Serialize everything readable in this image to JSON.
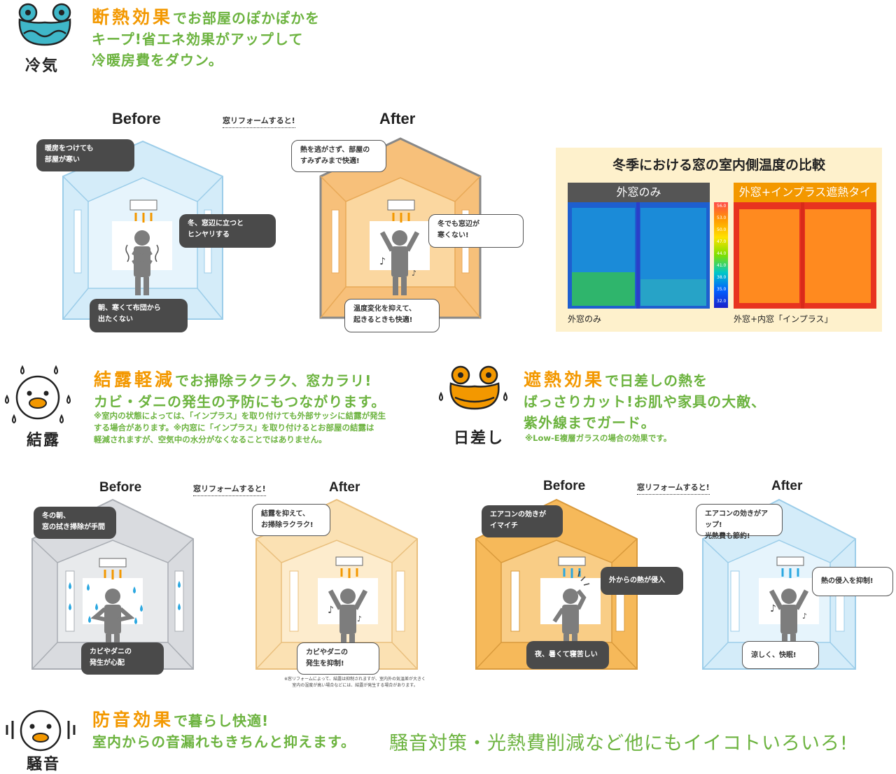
{
  "sections": {
    "insulation": {
      "mascot_label": "冷気",
      "headline_em": "断熱効果",
      "headline_rest": "でお部屋のぽかぽかを",
      "headline_line2": "キープ!省エネ効果がアップして",
      "headline_line3": "冷暖房費をダウン。"
    },
    "condensation": {
      "mascot_label": "結露",
      "headline_em": "結露軽減",
      "headline_rest": "でお掃除ラクラク、窓カラリ!",
      "headline_line2": "カビ・ダニの発生の予防にもつながります。",
      "note_line1": "※室内の状態によっては、「インプラス」を取り付けても外部サッシに結露が発生",
      "note_line2": "する場合があります。※内窓に「インプラス」を取り付けるとお部屋の結露は",
      "note_line3": "軽減されますが、空気中の水分がなくなることではありません。"
    },
    "sunlight": {
      "mascot_label": "日差し",
      "headline_em": "遮熱効果",
      "headline_rest": "で日差しの熱を",
      "headline_line2": "ばっさりカット!お肌や家具の大敵、",
      "headline_line3": "紫外線までガード。",
      "note": "※Low-E複層ガラスの場合の効果です。"
    },
    "noise": {
      "mascot_label": "騒音",
      "headline_em": "防音効果",
      "headline_rest": "で暮らし快適!",
      "headline_line2": "室内からの音漏れもきちんと抑えます。",
      "tagline": "騒音対策・光熱費削減など他にもイイコトいろいろ!"
    }
  },
  "labels": {
    "before": "Before",
    "after": "After",
    "reform": "窓リフォームすると!"
  },
  "rooms": {
    "insulation_before": {
      "bubble1_l1": "暖房をつけても",
      "bubble1_l2": "部屋が寒い",
      "bubble2_l1": "冬、窓辺に立つと",
      "bubble2_l2": "ヒンヤリする",
      "bubble3_l1": "朝、寒くて布団から",
      "bubble3_l2": "出たくない"
    },
    "insulation_after": {
      "bubble1_l1": "熱を逃がさず、部屋の",
      "bubble1_l2": "すみずみまで快適!",
      "bubble2_l1": "冬でも窓辺が",
      "bubble2_l2": "寒くない!",
      "bubble3_l1": "温度変化を抑えて、",
      "bubble3_l2": "起きるときも快適!"
    },
    "condensation_before": {
      "bubble1_l1": "冬の朝、",
      "bubble1_l2": "窓の拭き掃除が手間",
      "bubble2_l1": "カビやダニの",
      "bubble2_l2": "発生が心配"
    },
    "condensation_after": {
      "bubble1_l1": "結露を抑えて、",
      "bubble1_l2": "お掃除ラクラク!",
      "bubble2_l1": "カビやダニの",
      "bubble2_l2": "発生を抑制!",
      "fine1": "※窓リフォームによって、結露は抑制されますが、室内外の気温差が大きく",
      "fine2": "室内の湿度が高い場合などには、結露が発生する場合があります。"
    },
    "sunlight_before": {
      "bubble1_l1": "エアコンの効きが",
      "bubble1_l2": "イマイチ",
      "bubble2_l1": "外からの熱が侵入",
      "bubble3_l1": "夜、暑くて寝苦しい"
    },
    "sunlight_after": {
      "bubble1_l1": "エアコンの効きがアップ!",
      "bubble1_l2": "光熱費も節約!",
      "bubble2_l1": "熱の侵入を抑制!",
      "bubble3_l1": "涼しく、快眠!"
    }
  },
  "thermo": {
    "title": "冬季における窓の室内側温度の比較",
    "tab_left": "外窓のみ",
    "tab_right": "外窓+インプラス遮熱タイプ",
    "cap_left": "外窓のみ",
    "cap_right": "外窓+内窓「インプラス」",
    "scale": [
      "56.0",
      "53.0",
      "50.0",
      "47.0",
      "44.0",
      "41.0",
      "38.0",
      "35.0",
      "32.0"
    ]
  },
  "colors": {
    "green": "#6cb33f",
    "orange": "#f39800",
    "room_blue": "#d4ecf9",
    "room_orange": "#f7c07a",
    "room_gray": "#d9dbdf",
    "room_peach": "#fbe1b3"
  }
}
